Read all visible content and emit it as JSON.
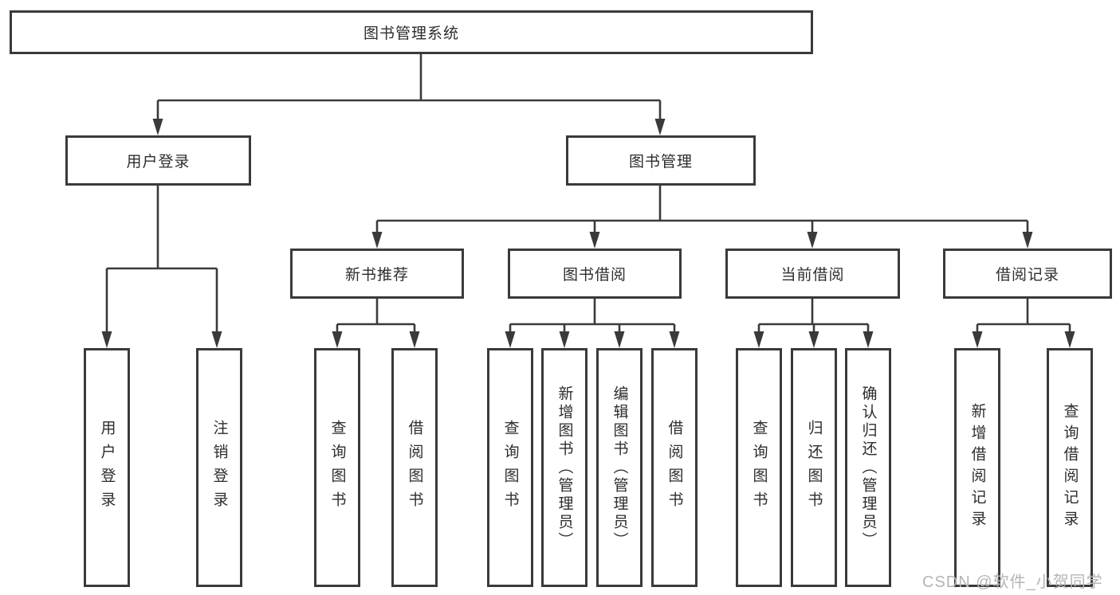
{
  "diagram_type": "hierarchy-tree",
  "colors": {
    "line": "#3a3a3a",
    "box_border": "#3a3a3a",
    "text": "#2d2d2d",
    "watermark": "#b5b5b5",
    "background": "#ffffff"
  },
  "tree": {
    "label": "图书管理系统",
    "children": [
      {
        "label": "用户登录",
        "children": [
          {
            "label": "用户登录"
          },
          {
            "label": "注销登录"
          }
        ]
      },
      {
        "label": "图书管理",
        "children": [
          {
            "label": "新书推荐",
            "children": [
              {
                "label": "查询图书"
              },
              {
                "label": "借阅图书"
              }
            ]
          },
          {
            "label": "图书借阅",
            "children": [
              {
                "label": "查询图书"
              },
              {
                "label": "新增图书（管理员）"
              },
              {
                "label": "编辑图书（管理员）"
              },
              {
                "label": "借阅图书"
              }
            ]
          },
          {
            "label": "当前借阅",
            "children": [
              {
                "label": "查询图书"
              },
              {
                "label": "归还图书"
              },
              {
                "label": "确认归还（管理员）"
              }
            ]
          },
          {
            "label": "借阅记录",
            "children": [
              {
                "label": "新增借阅记录"
              },
              {
                "label": "查询借阅记录"
              }
            ]
          }
        ]
      }
    ]
  },
  "watermark": {
    "text": "CSDN @软件_小贺同学"
  }
}
